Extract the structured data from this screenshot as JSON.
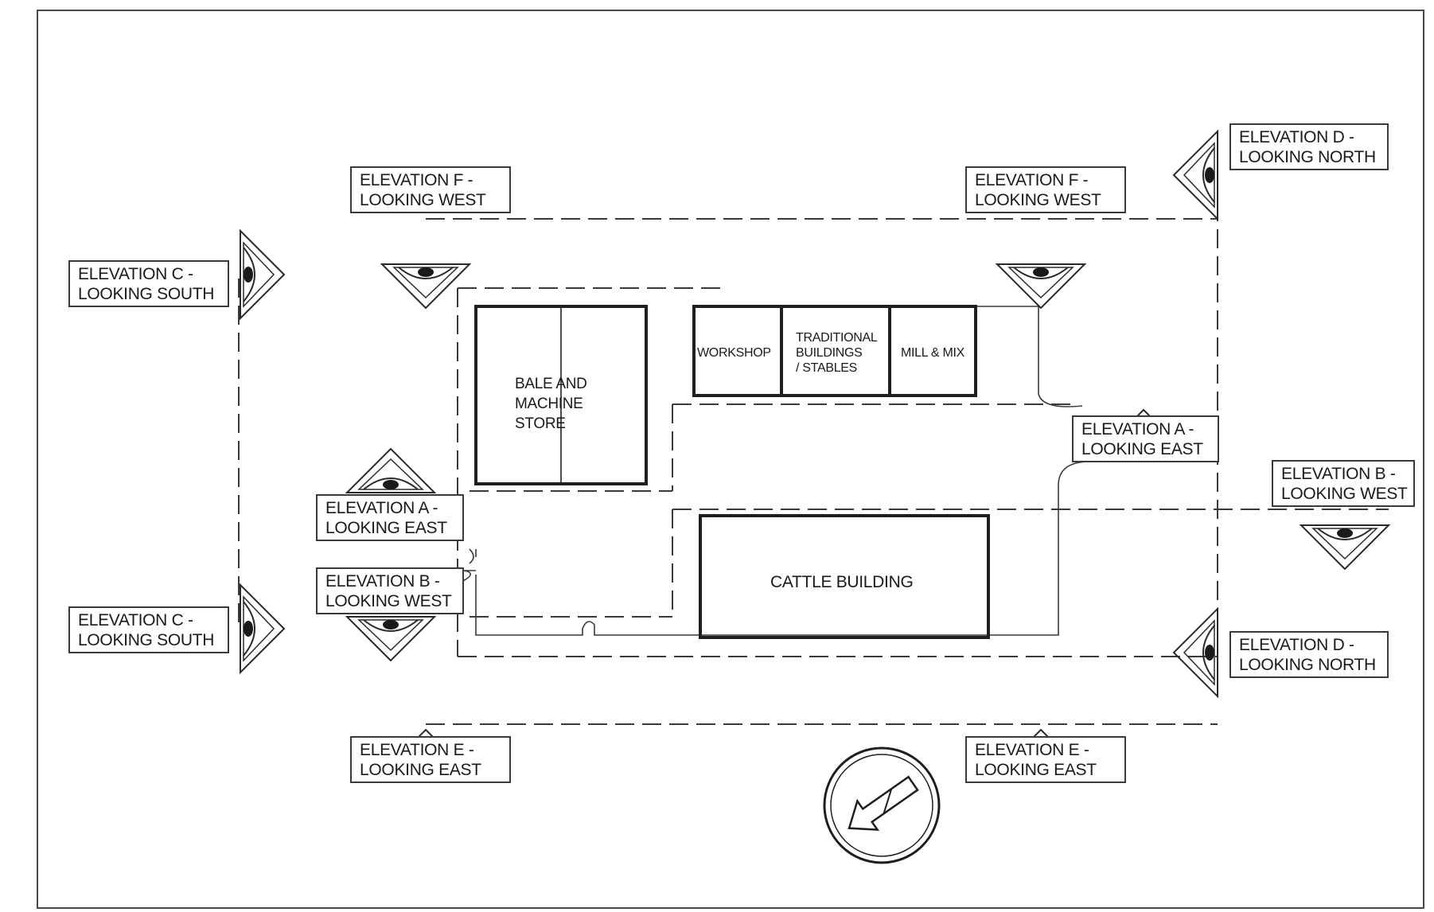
{
  "labels": {
    "f_left": [
      "ELEVATION F -",
      "LOOKING WEST"
    ],
    "f_right": [
      "ELEVATION F -",
      "LOOKING WEST"
    ],
    "d_top": [
      "ELEVATION D -",
      "LOOKING NORTH"
    ],
    "d_bottom": [
      "ELEVATION D -",
      "LOOKING NORTH"
    ],
    "c_top": [
      "ELEVATION C -",
      "LOOKING SOUTH"
    ],
    "c_bottom": [
      "ELEVATION C -",
      "LOOKING SOUTH"
    ],
    "a_left": [
      "ELEVATION A -",
      "LOOKING EAST"
    ],
    "a_right": [
      "ELEVATION A -",
      "LOOKING EAST"
    ],
    "b_left": [
      "ELEVATION B -",
      "LOOKING WEST"
    ],
    "b_right": [
      "ELEVATION B -",
      "LOOKING WEST"
    ],
    "e_left": [
      "ELEVATION E -",
      "LOOKING EAST"
    ],
    "e_right": [
      "ELEVATION E -",
      "LOOKING EAST"
    ]
  },
  "buildings": {
    "bale": [
      "BALE AND",
      "MACHINE",
      "STORE"
    ],
    "workshop": "WORKSHOP",
    "traditional": [
      "TRADITIONAL",
      "BUILDINGS",
      "/ STABLES"
    ],
    "mill": "MILL & MIX",
    "cattle": "CATTLE BUILDING"
  },
  "icons": {
    "viewpoint": "eye-in-triangle-icon",
    "north": "north-arrow-icon"
  }
}
